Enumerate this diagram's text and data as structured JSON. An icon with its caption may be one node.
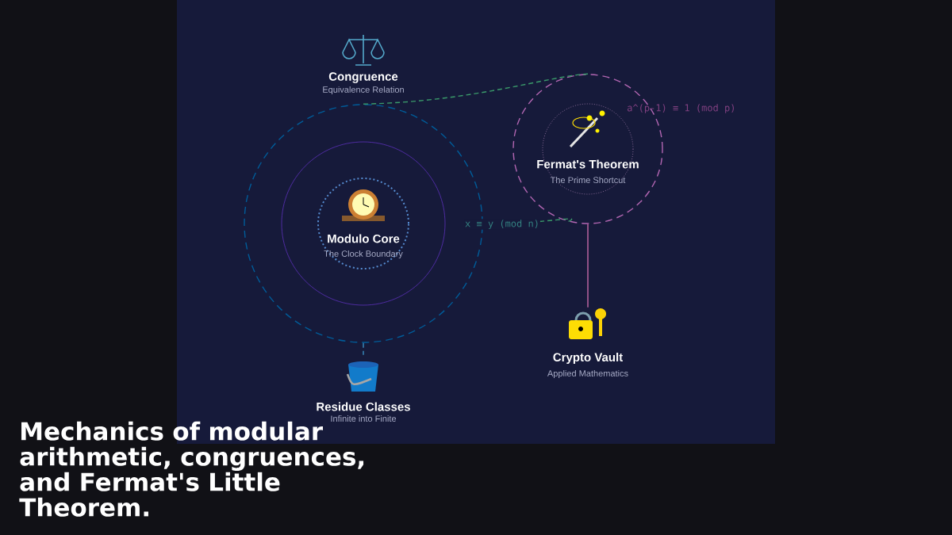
{
  "diagram": {
    "title": "Mechanics of modular arithmetic, congruences, and Fermat's Little Theorem.",
    "nodes": [
      {
        "text": [
          "Congruence",
          "Equivalence Relation"
        ]
      },
      {
        "text": [
          "Modulo Core",
          "The Clock Boundary"
        ],
        "in": 0
      },
      {
        "text": [
          "Fermat's Theorem",
          "The Prime Shortcut"
        ]
      },
      {
        "text": [
          "Crypto Vault",
          "Applied Mathematics"
        ]
      },
      {
        "text": [
          "Residue Classes",
          "Infinite into Finite"
        ]
      }
    ],
    "edges": [
      {
        "from": 0,
        "to": 2,
        "arrow": "none",
        "style": "dashed"
      },
      {
        "from": 2,
        "to": 0,
        "arrow": "none",
        "style": "dashed",
        "label": "x ≡ y (mod n)"
      },
      {
        "from": 2,
        "to": 3,
        "arrow": "none",
        "color": "#b0609a"
      },
      {
        "from": 0,
        "to": 4,
        "arrow": "none",
        "style": "dashed",
        "color": "#3a8fc0"
      }
    ],
    "labels": [
      "a^(p-1) ≡ 1 (mod p)"
    ]
  }
}
